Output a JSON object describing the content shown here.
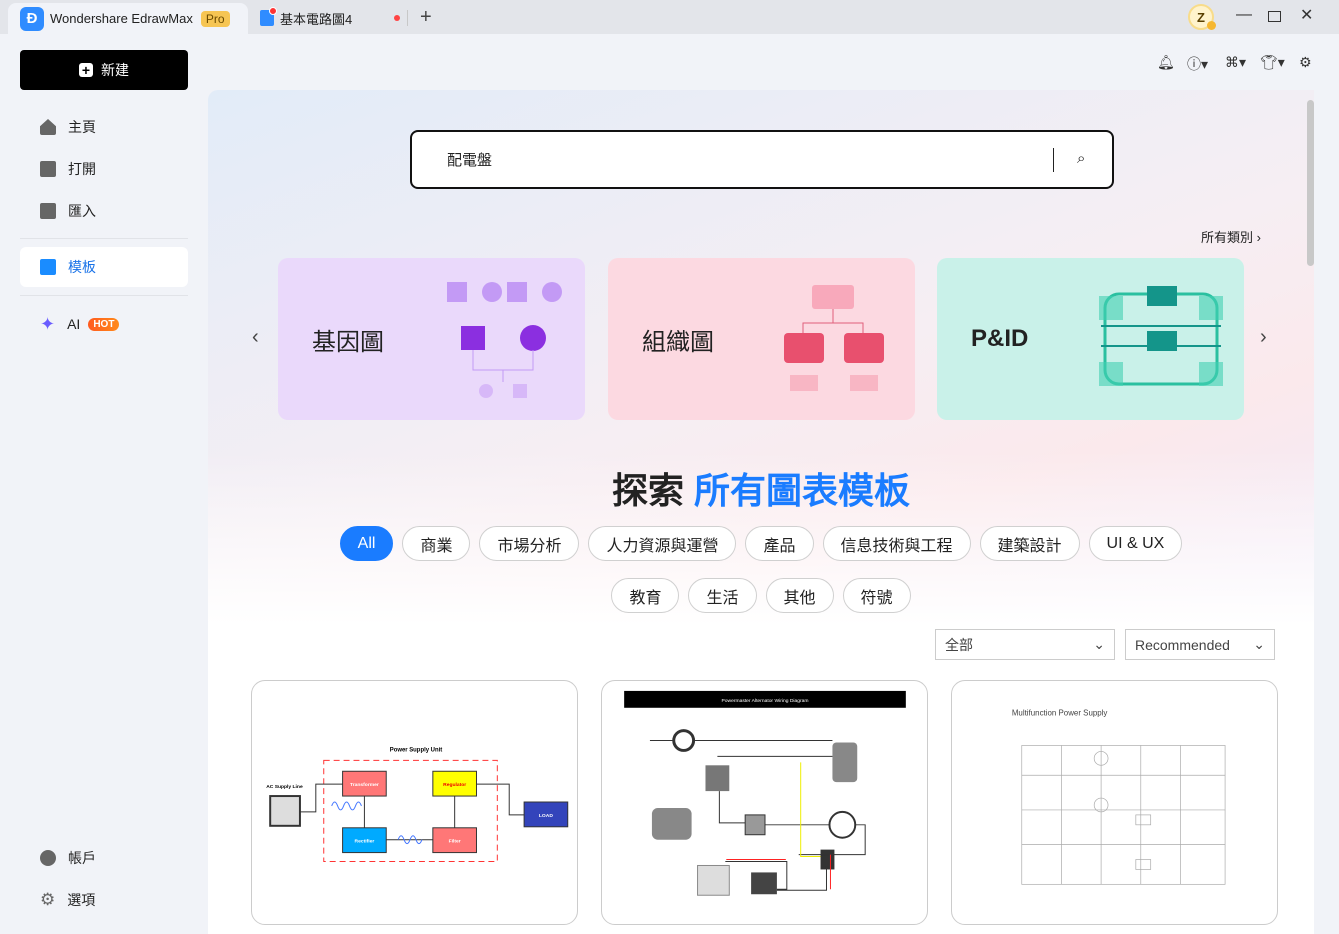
{
  "titlebar": {
    "app_name": "Wondershare EdrawMax",
    "badge": "Pro",
    "doc_tab": "基本電路圖4",
    "avatar_letter": "Z"
  },
  "sidebar": {
    "new_label": "新建",
    "items": [
      {
        "label": "主頁",
        "icon": "home-icon"
      },
      {
        "label": "打開",
        "icon": "file-icon"
      },
      {
        "label": "匯入",
        "icon": "import-icon"
      },
      {
        "label": "模板",
        "icon": "template-icon",
        "active": true
      },
      {
        "label": "AI",
        "icon": "sparkle-icon",
        "badge": "HOT"
      }
    ],
    "bottom": [
      {
        "label": "帳戶",
        "icon": "account-icon"
      },
      {
        "label": "選項",
        "icon": "gear-icon"
      }
    ]
  },
  "search": {
    "value": "配電盤"
  },
  "all_categories": "所有類別",
  "category_cards": [
    {
      "label": "基因圖",
      "color": "#ead9fb"
    },
    {
      "label": "組織圖",
      "color": "#fcd9e1"
    },
    {
      "label": "P&ID",
      "color": "#c9f1e9"
    }
  ],
  "explore": {
    "prefix": "探索",
    "highlight": "所有圖表模板"
  },
  "chips_row1": [
    "All",
    "商業",
    "市場分析",
    "人力資源與運營",
    "產品",
    "信息技術與工程",
    "建築設計",
    "UI & UX"
  ],
  "chips_row2": [
    "教育",
    "生活",
    "其他",
    "符號"
  ],
  "filters": {
    "type": "全部",
    "sort": "Recommended"
  },
  "templates": [
    {
      "title": "Power Supply Unit",
      "labels": {
        "ac": "AC Supply Line",
        "transformer": "Transformer",
        "regulator": "Regulator",
        "rectifier": "Rectifier",
        "filter": "Filter",
        "load": "LOAD"
      }
    },
    {
      "title": "Powermaster Alternator Wiring Diagram"
    },
    {
      "title": "Multifunction Power Supply"
    }
  ],
  "colors": {
    "accent": "#1a7cff",
    "active_nav": "#1a73e8"
  }
}
